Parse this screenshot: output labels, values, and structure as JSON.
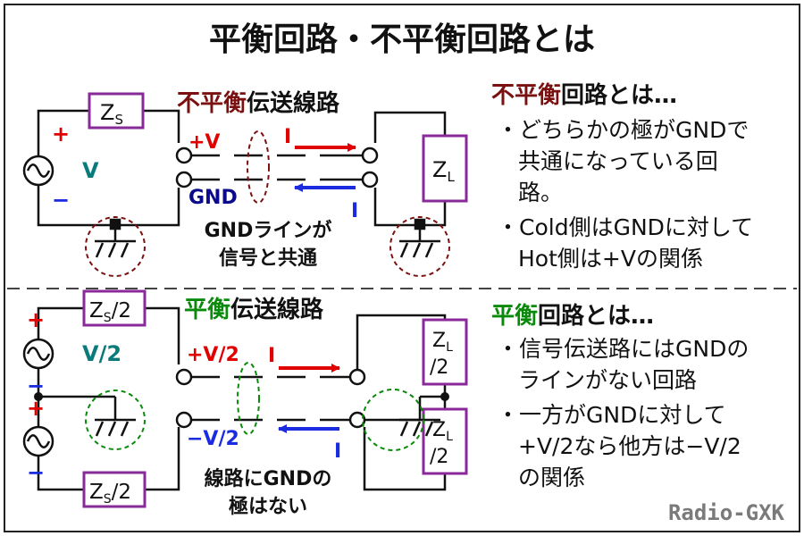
{
  "title": "平衡回路・不平衡回路とは",
  "colors": {
    "red": "#e00000",
    "dark_red": "#7a1010",
    "green": "#0a8a0a",
    "teal": "#0a7a7a",
    "navy": "#0a0a8a",
    "blue": "#1a2be0",
    "purple": "#8a2a9a",
    "gray": "#7a7a7a"
  },
  "unbalanced": {
    "zs": "Z",
    "zs_sub": "S",
    "source_plus": "+",
    "source_minus": "−",
    "source_v": "V",
    "line_title_colored": "不平衡",
    "line_title_rest": "伝送線路",
    "plus_v": "+V",
    "gnd": "GND",
    "current_top": "I",
    "current_bottom": "I",
    "zl": "Z",
    "zl_sub": "L",
    "note_line1": "GNDラインが",
    "note_line2": "信号と共通",
    "desc_title_colored": "不平衡",
    "desc_title_rest": "回路とは…",
    "desc_bullet1_line1": "・どちらかの極がGNDで",
    "desc_bullet1_line2": "共通になっている回",
    "desc_bullet1_line3": "路。",
    "desc_bullet2_line1": "・Cold側はGNDに対して",
    "desc_bullet2_line2": "Hot側は+Vの関係"
  },
  "balanced": {
    "zs_top": "Z",
    "zs_top_sub": "S",
    "zs_top_tail": "/2",
    "zs_bottom": "Z",
    "zs_bottom_sub": "S",
    "zs_bottom_tail": "/2",
    "plus_top": "+",
    "minus_top": "−",
    "plus_bottom": "+",
    "minus_bottom": "−",
    "source_v": "V/2",
    "line_title_colored": "平衡",
    "line_title_rest": "伝送線路",
    "plus_v": "+V/2",
    "minus_v": "−V/2",
    "current_top": "I",
    "current_bottom": "I",
    "zl_top": "Z",
    "zl_top_sub": "L",
    "zl_top_tail": "/2",
    "zl_bottom": "Z",
    "zl_bottom_sub": "L",
    "zl_bottom_tail": "/2",
    "note_line1": "線路にGNDの",
    "note_line2": "極はない",
    "desc_title_colored": "平衡",
    "desc_title_rest": "回路とは…",
    "desc_bullet1_line1": "・信号伝送路にはGNDの",
    "desc_bullet1_line2": "ラインがない回路",
    "desc_bullet2_line1": "・一方がGNDに対して",
    "desc_bullet2_line2": "+V/2なら他方は−V/2",
    "desc_bullet2_line3": "の関係"
  },
  "watermark": "Radio-GXK"
}
